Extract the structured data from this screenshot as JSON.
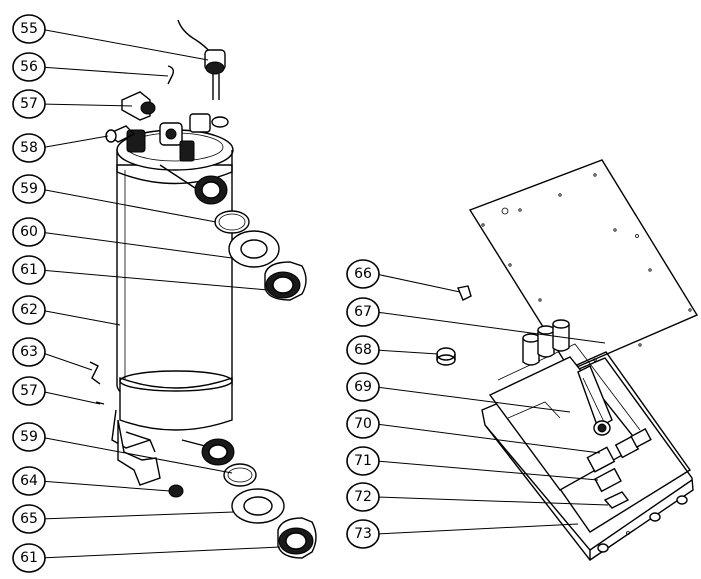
{
  "callouts": [
    {
      "id": "c55",
      "label": "55"
    },
    {
      "id": "c56",
      "label": "56"
    },
    {
      "id": "c57a",
      "label": "57"
    },
    {
      "id": "c58",
      "label": "58"
    },
    {
      "id": "c59a",
      "label": "59"
    },
    {
      "id": "c60",
      "label": "60"
    },
    {
      "id": "c61a",
      "label": "61"
    },
    {
      "id": "c62",
      "label": "62"
    },
    {
      "id": "c63",
      "label": "63"
    },
    {
      "id": "c57b",
      "label": "57"
    },
    {
      "id": "c59b",
      "label": "59"
    },
    {
      "id": "c64",
      "label": "64"
    },
    {
      "id": "c65",
      "label": "65"
    },
    {
      "id": "c61b",
      "label": "61"
    },
    {
      "id": "c66",
      "label": "66"
    },
    {
      "id": "c67",
      "label": "67"
    },
    {
      "id": "c68",
      "label": "68"
    },
    {
      "id": "c69",
      "label": "69"
    },
    {
      "id": "c70",
      "label": "70"
    },
    {
      "id": "c71",
      "label": "71"
    },
    {
      "id": "c72",
      "label": "72"
    },
    {
      "id": "c73",
      "label": "73"
    }
  ]
}
